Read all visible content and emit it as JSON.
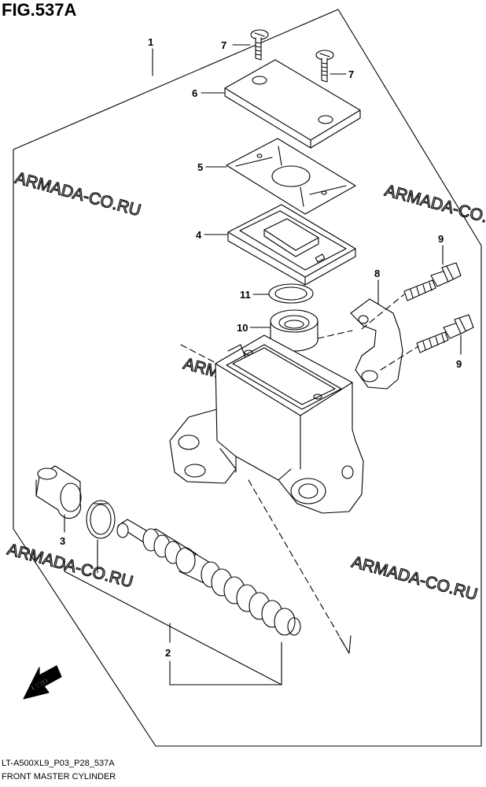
{
  "figure": {
    "title": "FIG.537A",
    "model_code": "LT-A500XL9_P03_P28_537A",
    "caption": "FRONT MASTER CYLINDER"
  },
  "watermark": "ARMADA-CO.RU",
  "direction_label": "FWD",
  "callouts": [
    "1",
    "2",
    "3",
    "4",
    "5",
    "6",
    "7",
    "7",
    "8",
    "9",
    "9",
    "10",
    "11"
  ],
  "colors": {
    "line": "#000000",
    "watermark": "#bdbdbd",
    "background": "#ffffff"
  }
}
